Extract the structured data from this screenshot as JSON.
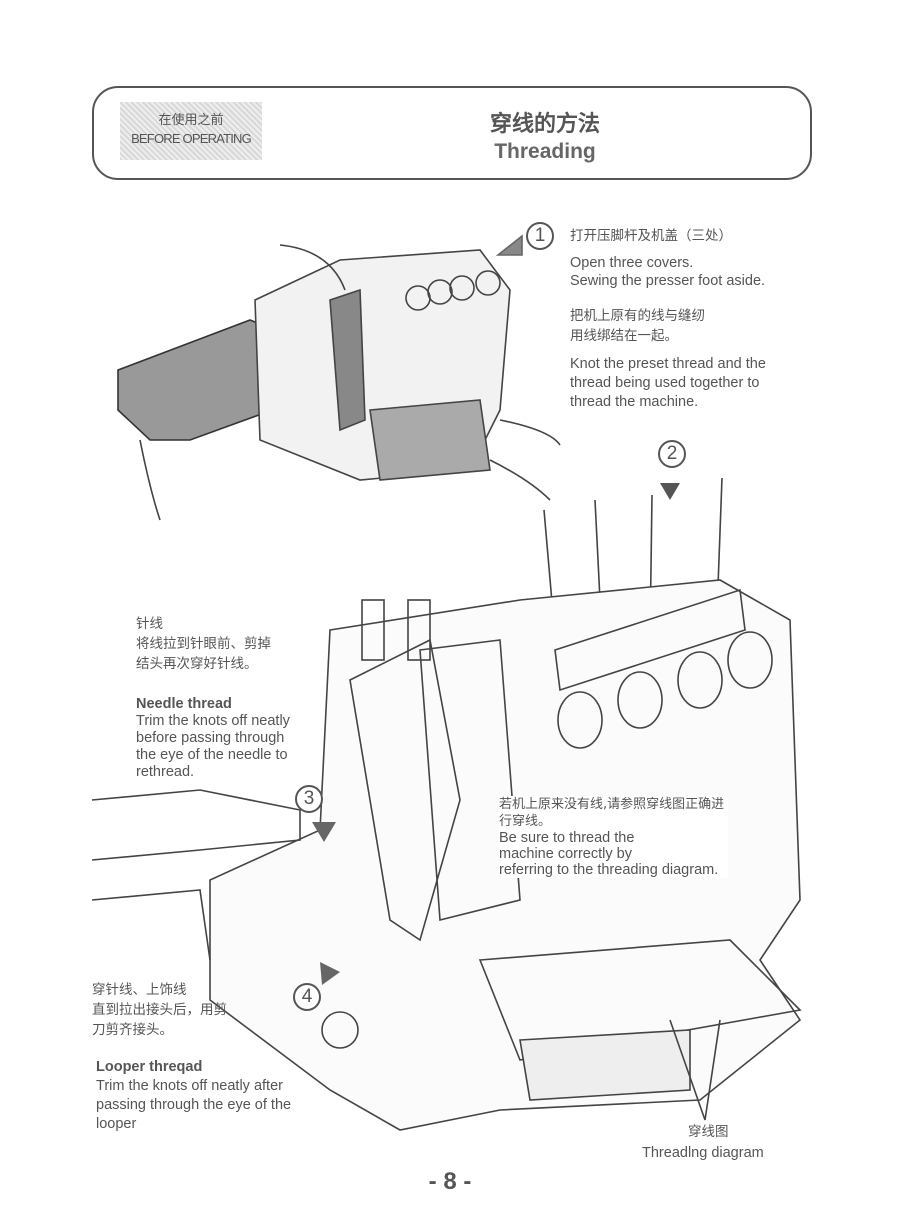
{
  "header": {
    "section_cn": "在使用之前",
    "section_en": "BEFORE OPERATING",
    "title_cn": "穿线的方法",
    "title_en": "Threading"
  },
  "steps": {
    "s1": "1",
    "s2": "2",
    "s3": "3",
    "s4": "4"
  },
  "step1": {
    "cn": "打开压脚杆及机盖（三处）",
    "en_1": "Open three covers.",
    "en_2": "Sewing the presser foot aside.",
    "cn2_1": "把机上原有的线与缝纫",
    "cn2_2": "用线绑结在一起。",
    "en2_1": "Knot the preset thread and the",
    "en2_2": "thread being used together to",
    "en2_3": "thread the machine."
  },
  "needle": {
    "cn_title": "针线",
    "cn_1": "将线拉到针眼前、剪掉",
    "cn_2": "结头再次穿好针线。",
    "title": "Needle thread",
    "en_1": "Trim the knots off neatly",
    "en_2": "before passing through",
    "en_3": "the eye of the needle to",
    "en_4": "rethread."
  },
  "note": {
    "cn_1": "若机上原来没有线,请参照穿线图正确进",
    "cn_2": "行穿线。",
    "en_1": "Be sure to thread the",
    "en_2": "machine correctly by",
    "en_3": "referring to the threading diagram."
  },
  "looper": {
    "cn_1": "穿针线、上饰线",
    "cn_2": "直到拉出接头后，用剪",
    "cn_3": "刀剪齐接头。",
    "title": "Looper threqad",
    "en_1": "Trim the knots off neatly after",
    "en_2": "passing through the eye of the",
    "en_3": "looper"
  },
  "diagram_label": {
    "cn": "穿线图",
    "en": "Threadlng diagram"
  },
  "page_number": "- 8 -"
}
